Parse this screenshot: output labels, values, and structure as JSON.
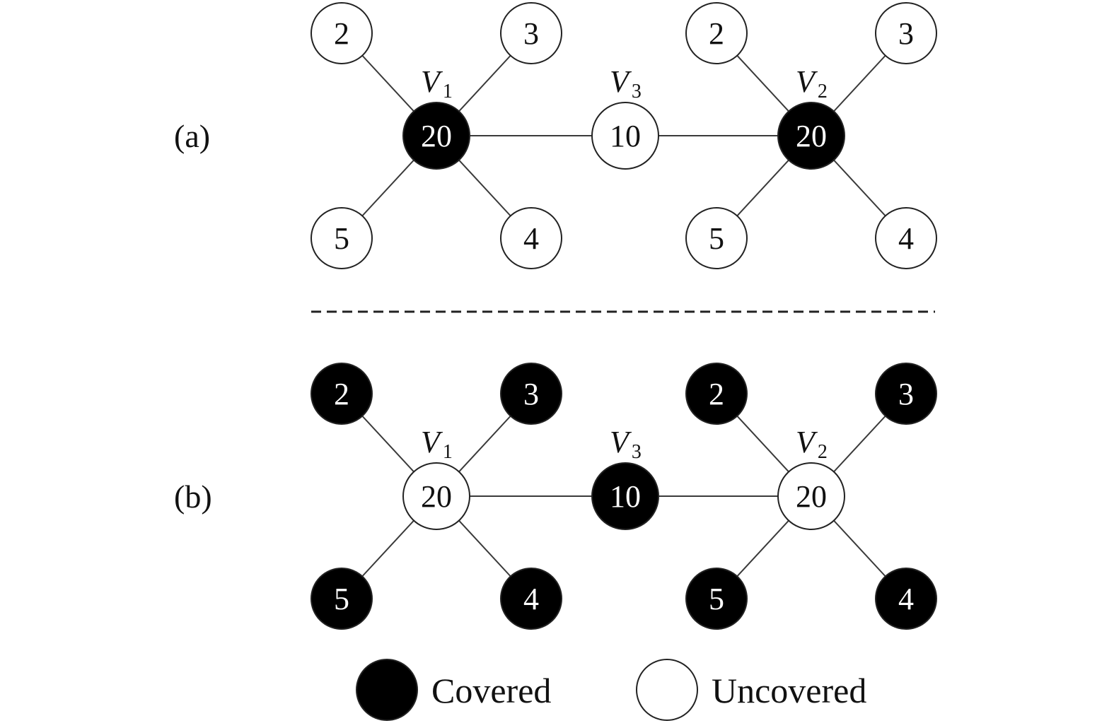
{
  "colors": {
    "covered": "#000000",
    "uncovered": "#ffffff",
    "covered_text": "#ffffff",
    "uncovered_text": "#111111"
  },
  "panels": [
    {
      "label": "(a)",
      "graphs": [
        {
          "center": {
            "name": "V",
            "sub": "1",
            "value": "20",
            "state": "covered"
          },
          "leaves": [
            {
              "value": "2",
              "state": "uncovered"
            },
            {
              "value": "3",
              "state": "uncovered"
            },
            {
              "value": "5",
              "state": "uncovered"
            },
            {
              "value": "4",
              "state": "uncovered"
            }
          ]
        },
        {
          "center": {
            "name": "V",
            "sub": "2",
            "value": "20",
            "state": "covered"
          },
          "leaves": [
            {
              "value": "2",
              "state": "uncovered"
            },
            {
              "value": "3",
              "state": "uncovered"
            },
            {
              "value": "5",
              "state": "uncovered"
            },
            {
              "value": "4",
              "state": "uncovered"
            }
          ]
        }
      ],
      "middle": {
        "name": "V",
        "sub": "3",
        "value": "10",
        "state": "uncovered"
      }
    },
    {
      "label": "(b)",
      "graphs": [
        {
          "center": {
            "name": "V",
            "sub": "1",
            "value": "20",
            "state": "uncovered"
          },
          "leaves": [
            {
              "value": "2",
              "state": "covered"
            },
            {
              "value": "3",
              "state": "covered"
            },
            {
              "value": "5",
              "state": "covered"
            },
            {
              "value": "4",
              "state": "covered"
            }
          ]
        },
        {
          "center": {
            "name": "V",
            "sub": "2",
            "value": "20",
            "state": "uncovered"
          },
          "leaves": [
            {
              "value": "2",
              "state": "covered"
            },
            {
              "value": "3",
              "state": "covered"
            },
            {
              "value": "5",
              "state": "covered"
            },
            {
              "value": "4",
              "state": "covered"
            }
          ]
        }
      ],
      "middle": {
        "name": "V",
        "sub": "3",
        "value": "10",
        "state": "covered"
      }
    }
  ],
  "legend": [
    {
      "label": "Covered",
      "state": "covered"
    },
    {
      "label": "Uncovered",
      "state": "uncovered"
    }
  ]
}
